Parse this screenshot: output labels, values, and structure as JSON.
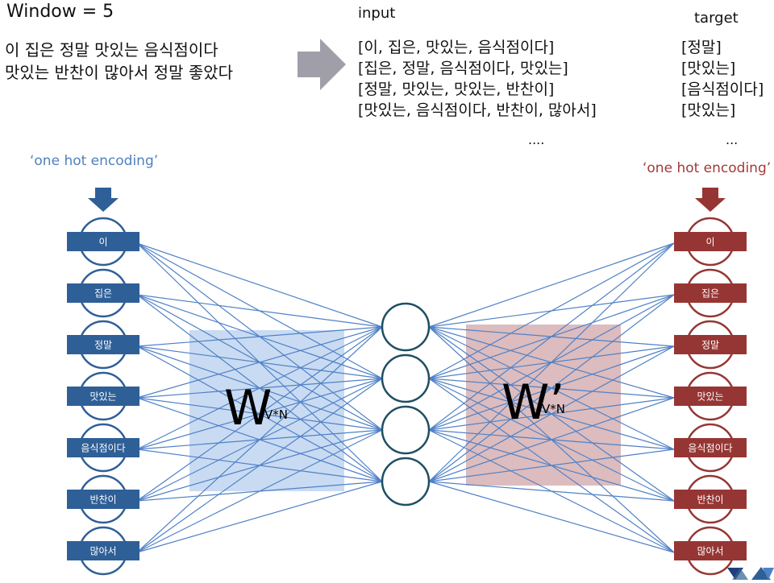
{
  "header": {
    "window_title": "Window = 5",
    "sentences": [
      "이 집은 정말 맛있는 음식점이다",
      "맛있는 반찬이 많아서 정말 좋았다"
    ]
  },
  "pairs": {
    "input_title": "input",
    "target_title": "target",
    "inputs": [
      "[이, 집은, 맛있는, 음식점이다]",
      "[집은, 정말, 음식점이다, 맛있는]",
      "[정말, 맛있는, 맛있는, 반찬이]",
      "[맛있는, 음식점이다, 반찬이, 많아서]"
    ],
    "targets": [
      "[정말]",
      "[맛있는]",
      "[음식점이다]",
      "[맛있는]"
    ],
    "input_ellipsis": "....",
    "target_ellipsis": "..."
  },
  "network": {
    "left_label": "‘one hot encoding’",
    "right_label": "‘one hot encoding’",
    "input_nodes": [
      "이",
      "집은",
      "정말",
      "맛있는",
      "음식점이다",
      "반찬이",
      "많아서"
    ],
    "output_nodes": [
      "이",
      "집은",
      "정말",
      "맛있는",
      "음식점이다",
      "반찬이",
      "많아서"
    ],
    "hidden_node_count": 4,
    "weight_left": {
      "symbol": "W",
      "subscript": "V*N"
    },
    "weight_right": {
      "symbol": "W’",
      "subscript": "V*N"
    }
  },
  "colors": {
    "input_blue": "#2f5f97",
    "output_red": "#963634",
    "edge_blue": "#4f81c7",
    "hidden_ring": "#1f4e63",
    "weight_left_fill": "#c9dbf2",
    "weight_right_fill": "#dcbcbe",
    "arrow_gray": "#a09ea8",
    "ohe_left_text": "#4f81bd",
    "ohe_right_text": "#a33a3a"
  }
}
